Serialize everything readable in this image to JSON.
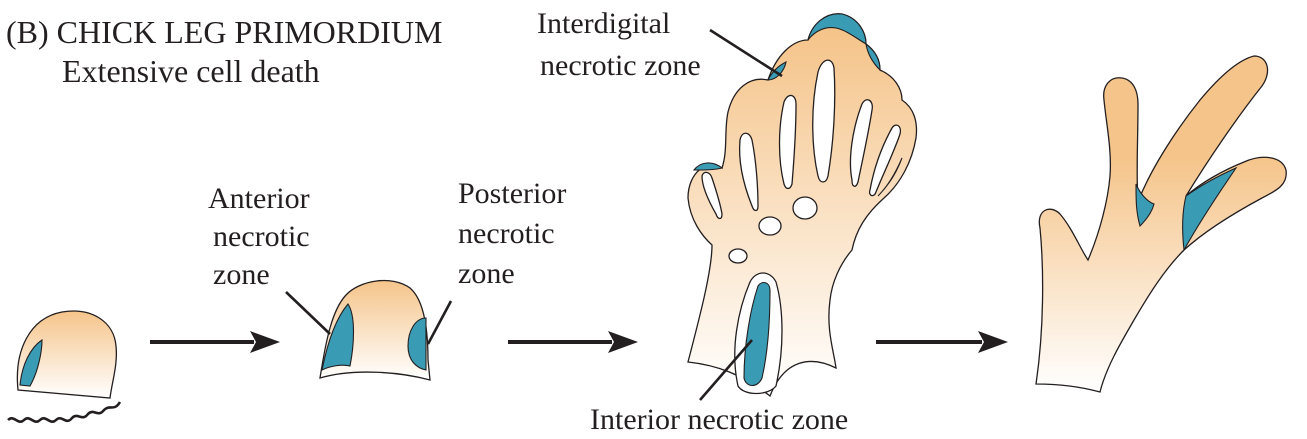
{
  "title": {
    "line1": "(B)  CHICK LEG PRIMORDIUM",
    "line2": "Extensive cell death"
  },
  "labels": {
    "anterior": [
      "Anterior",
      "necrotic",
      "zone"
    ],
    "posterior": [
      "Posterior",
      "necrotic",
      "zone"
    ],
    "interdigital": [
      "Interdigital",
      "necrotic zone"
    ],
    "interior": "Interior necrotic zone"
  },
  "colors": {
    "tissue_top": "#f5c48a",
    "tissue_bottom": "#ffffff",
    "necrotic": "#3a9bb5",
    "outline": "#231f20"
  }
}
